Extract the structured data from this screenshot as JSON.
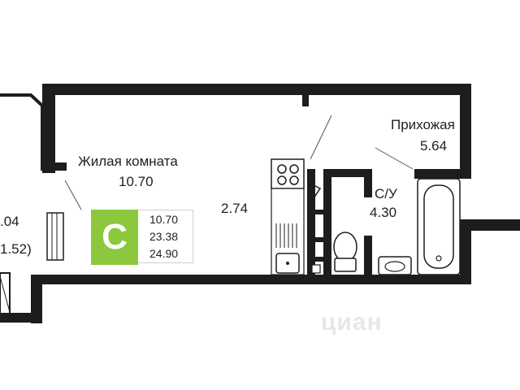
{
  "plan": {
    "rooms": [
      {
        "name": "Жилая комната",
        "area": "10.70"
      },
      {
        "name": "",
        "area": "2.74"
      },
      {
        "name": "Прихожая",
        "area": "5.64"
      },
      {
        "name": "С/У",
        "area": "4.30"
      }
    ],
    "balcony": {
      "area": ".04",
      "area_secondary": "1.52)"
    }
  },
  "badge": {
    "letter": "C",
    "color": "#8cc83e",
    "living_area": "10.70",
    "total_area_no_balcony": "23.38",
    "total_area": "24.90"
  },
  "watermark": "циан",
  "icons": [
    "stove-icon",
    "sink-icon",
    "toilet-icon",
    "washbasin-icon",
    "bathtub-icon",
    "window-icon",
    "door-icon"
  ]
}
